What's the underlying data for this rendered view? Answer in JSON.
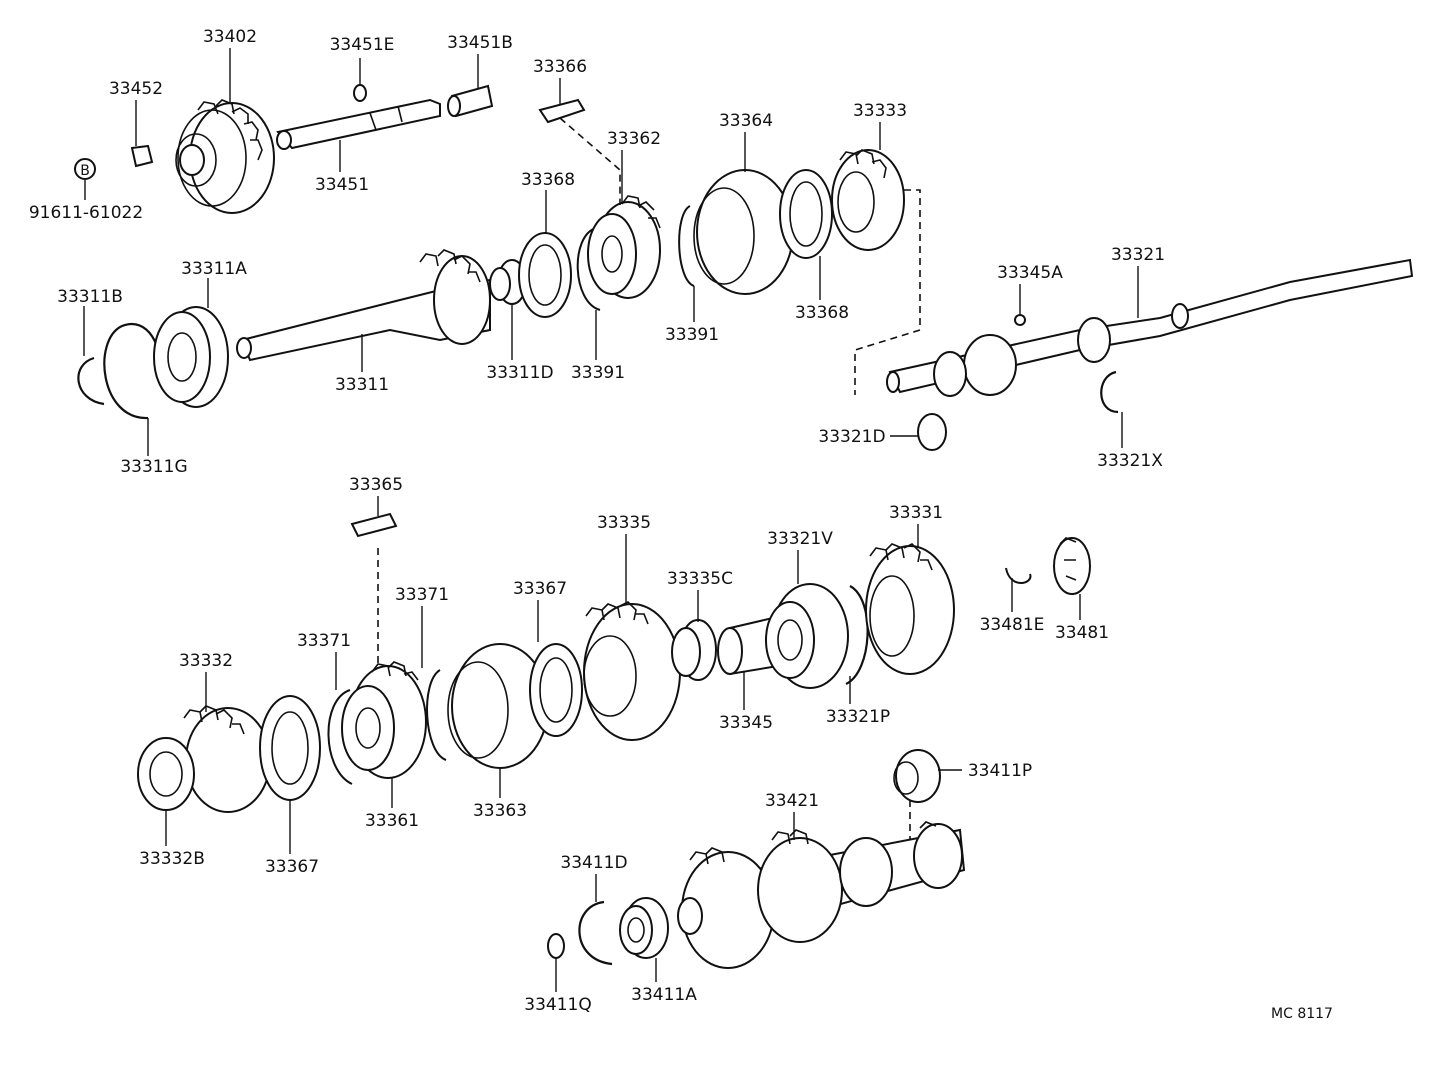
{
  "diagram_code": "MC 8117",
  "bolt_symbol": "B",
  "labels": {
    "p33402": "33402",
    "p33451E": "33451E",
    "p33451B": "33451B",
    "p33452": "33452",
    "p33451": "33451",
    "pB_part": "91611-61022",
    "p33366": "33366",
    "p33362": "33362",
    "p33364": "33364",
    "p33333": "33333",
    "p33368a": "33368",
    "p33368b": "33368",
    "p33311A": "33311A",
    "p33311B": "33311B",
    "p33311": "33311",
    "p33311D": "33311D",
    "p33391a": "33391",
    "p33391b": "33391",
    "p33311G": "33311G",
    "p33345A": "33345A",
    "p33321": "33321",
    "p33321D": "33321D",
    "p33321X": "33321X",
    "p33365": "33365",
    "p33335": "33335",
    "p33331": "33331",
    "p33321V": "33321V",
    "p33371a": "33371",
    "p33371b": "33371",
    "p33367a": "33367",
    "p33335C": "33335C",
    "p33481E": "33481E",
    "p33481": "33481",
    "p33332": "33332",
    "p33345": "33345",
    "p33321P": "33321P",
    "p33332B": "33332B",
    "p33367b": "33367",
    "p33361": "33361",
    "p33363": "33363",
    "p33411P": "33411P",
    "p33421": "33421",
    "p33411D": "33411D",
    "p33411Q": "33411Q",
    "p33411A": "33411A"
  }
}
